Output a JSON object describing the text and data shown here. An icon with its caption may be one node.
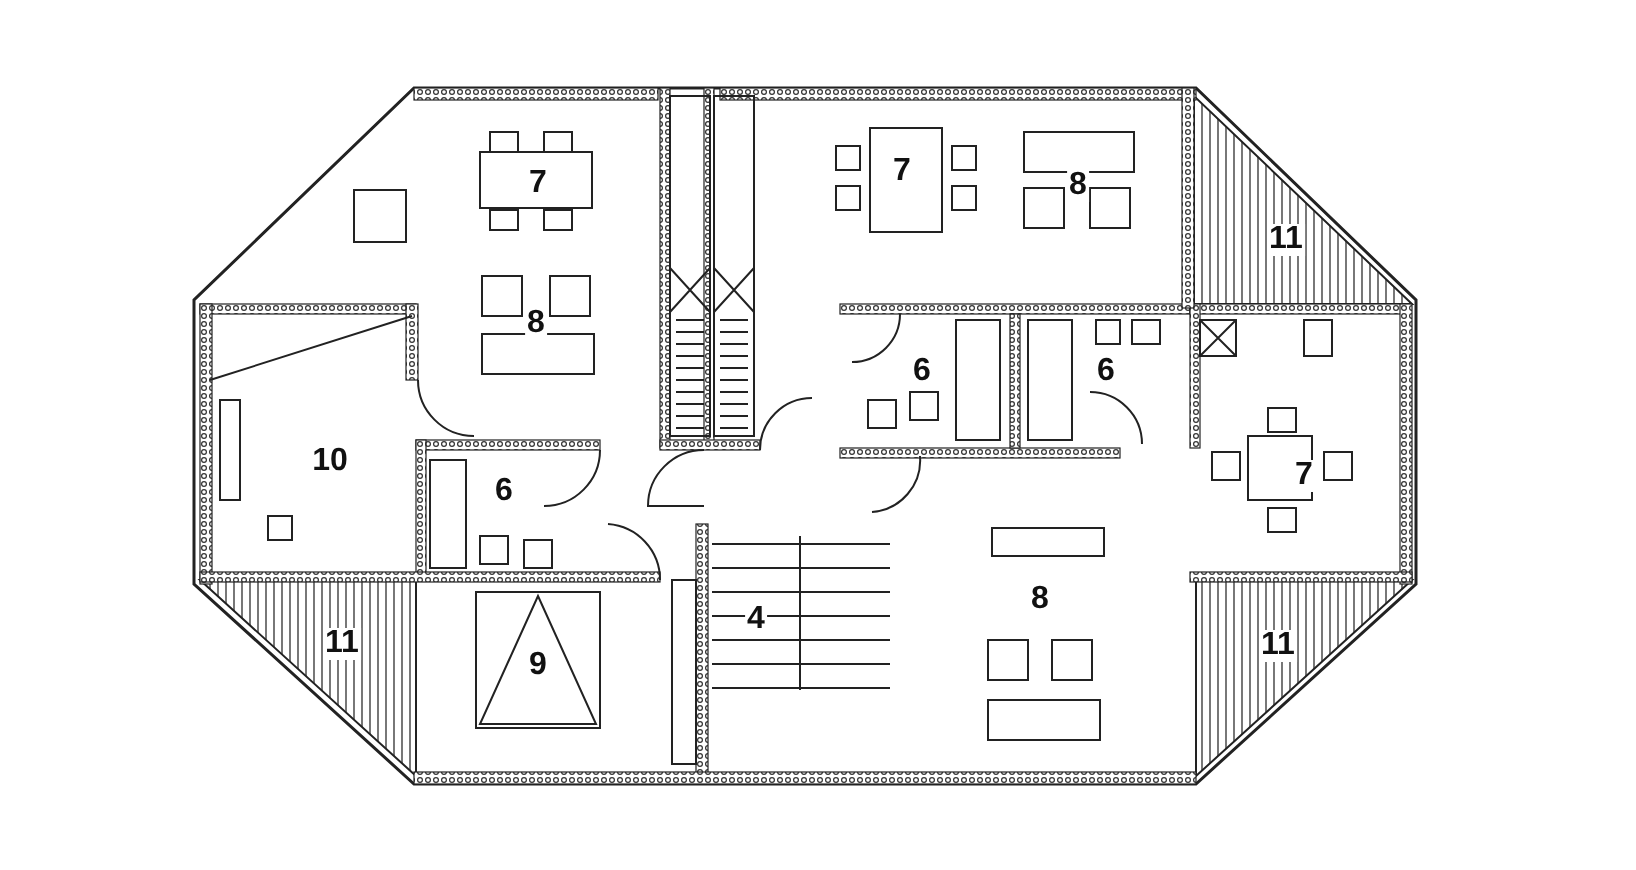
{
  "diagram": {
    "labels": [
      "7",
      "7",
      "8",
      "11",
      "8",
      "6",
      "6",
      "10",
      "6",
      "7",
      "8",
      "4",
      "11",
      "9",
      "11"
    ]
  }
}
